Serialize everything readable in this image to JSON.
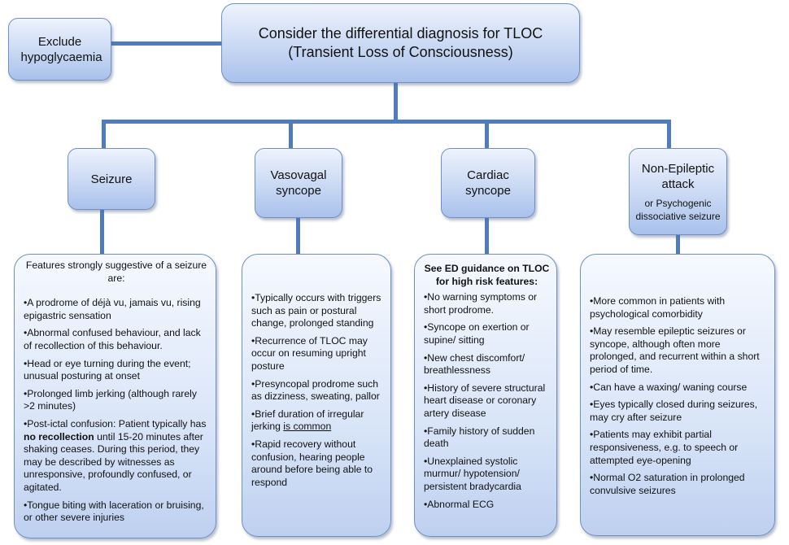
{
  "exclude_box": "Exclude hypoglycaemia",
  "root": {
    "line1": "Consider the differential diagnosis for TLOC",
    "line2": "(Transient Loss of Consciousness)"
  },
  "colors": {
    "connector": "#4f7cbf",
    "box_border": "#6f8fc6",
    "box_fill": "#c9d8f3"
  },
  "branches": {
    "seizure": {
      "heading": "Seizure",
      "intro": "Features strongly suggestive of a seizure are:",
      "items": [
        "•A prodrome of déjà vu, jamais vu, rising epigastric sensation",
        "•Abnormal confused behaviour, and lack of recollection of this behaviour.",
        "•Head or eye turning during the event; unusual posturing at onset",
        "•Prolonged limb jerking (although rarely >2 minutes)",
        {
          "before": "•Post-ictal confusion: Patient typically has ",
          "bold": "no recollection",
          "after": " until 15-20 minutes after shaking ceases. During this period, they may be described by witnesses as unresponsive, profoundly confused, or agitated."
        },
        "•Tongue biting with laceration or bruising, or other severe injuries"
      ]
    },
    "vasovagal": {
      "heading_line1": "Vasovagal",
      "heading_line2": "syncope",
      "items": [
        "•Typically occurs with triggers such as pain or postural change, prolonged standing",
        "•Recurrence of TLOC may occur on resuming  upright posture",
        "•Presyncopal prodrome such as dizziness, sweating, pallor",
        {
          "before": "•Brief duration of irregular jerking ",
          "underline": "is common"
        },
        "•Rapid recovery without confusion, hearing people around before being able to respond"
      ]
    },
    "cardiac": {
      "heading_line1": "Cardiac",
      "heading_line2": "syncope",
      "intro": "See ED guidance on TLOC for high risk features:",
      "items": [
        "•No warning symptoms or short prodrome.",
        "•Syncope on exertion or supine/ sitting",
        "•New chest discomfort/ breathlessness",
        "•History of severe structural heart disease or coronary artery disease",
        "•Family history of sudden death",
        "•Unexplained systolic murmur/ hypotension/ persistent bradycardia",
        "•Abnormal ECG"
      ]
    },
    "non_epileptic": {
      "heading_line1": "Non-Epileptic",
      "heading_line2": "attack",
      "subtitle": "or Psychogenic dissociative seizure",
      "items": [
        "•More common in patients with psychological comorbidity",
        "•May resemble epileptic seizures or syncope, although often more prolonged, and recurrent within a short period of time.",
        "•Can have a waxing/ waning course",
        "•Eyes typically closed during seizures, may cry after seizure",
        "•Patients may exhibit partial responsiveness, e.g. to speech or attempted eye-opening",
        "•Normal O2 saturation in prolonged convulsive seizures"
      ]
    }
  }
}
